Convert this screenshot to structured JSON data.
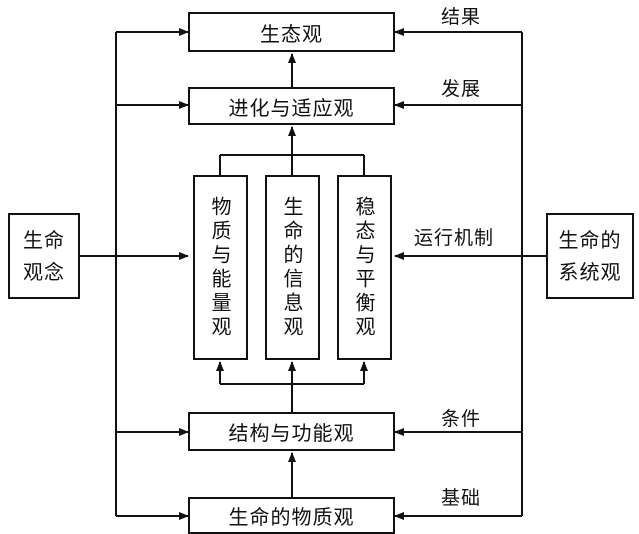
{
  "boxes": {
    "shengtai": "生态观",
    "jinhua": "进化与适应观",
    "wuzhi_nengliang": "物质与能量观",
    "xinxi": "生命的信息观",
    "wentai": "稳态与平衡观",
    "jiegou": "结构与功能观",
    "wuzhiguan": "生命的物质观",
    "shengming_guannian": [
      "生命",
      "观念"
    ],
    "xitong_guan": [
      "生命的",
      "系统观"
    ]
  },
  "labels": {
    "jieguo": "结果",
    "fazhan": "发展",
    "yunxing": "运行机制",
    "tiaojian": "条件",
    "jichu": "基础"
  }
}
